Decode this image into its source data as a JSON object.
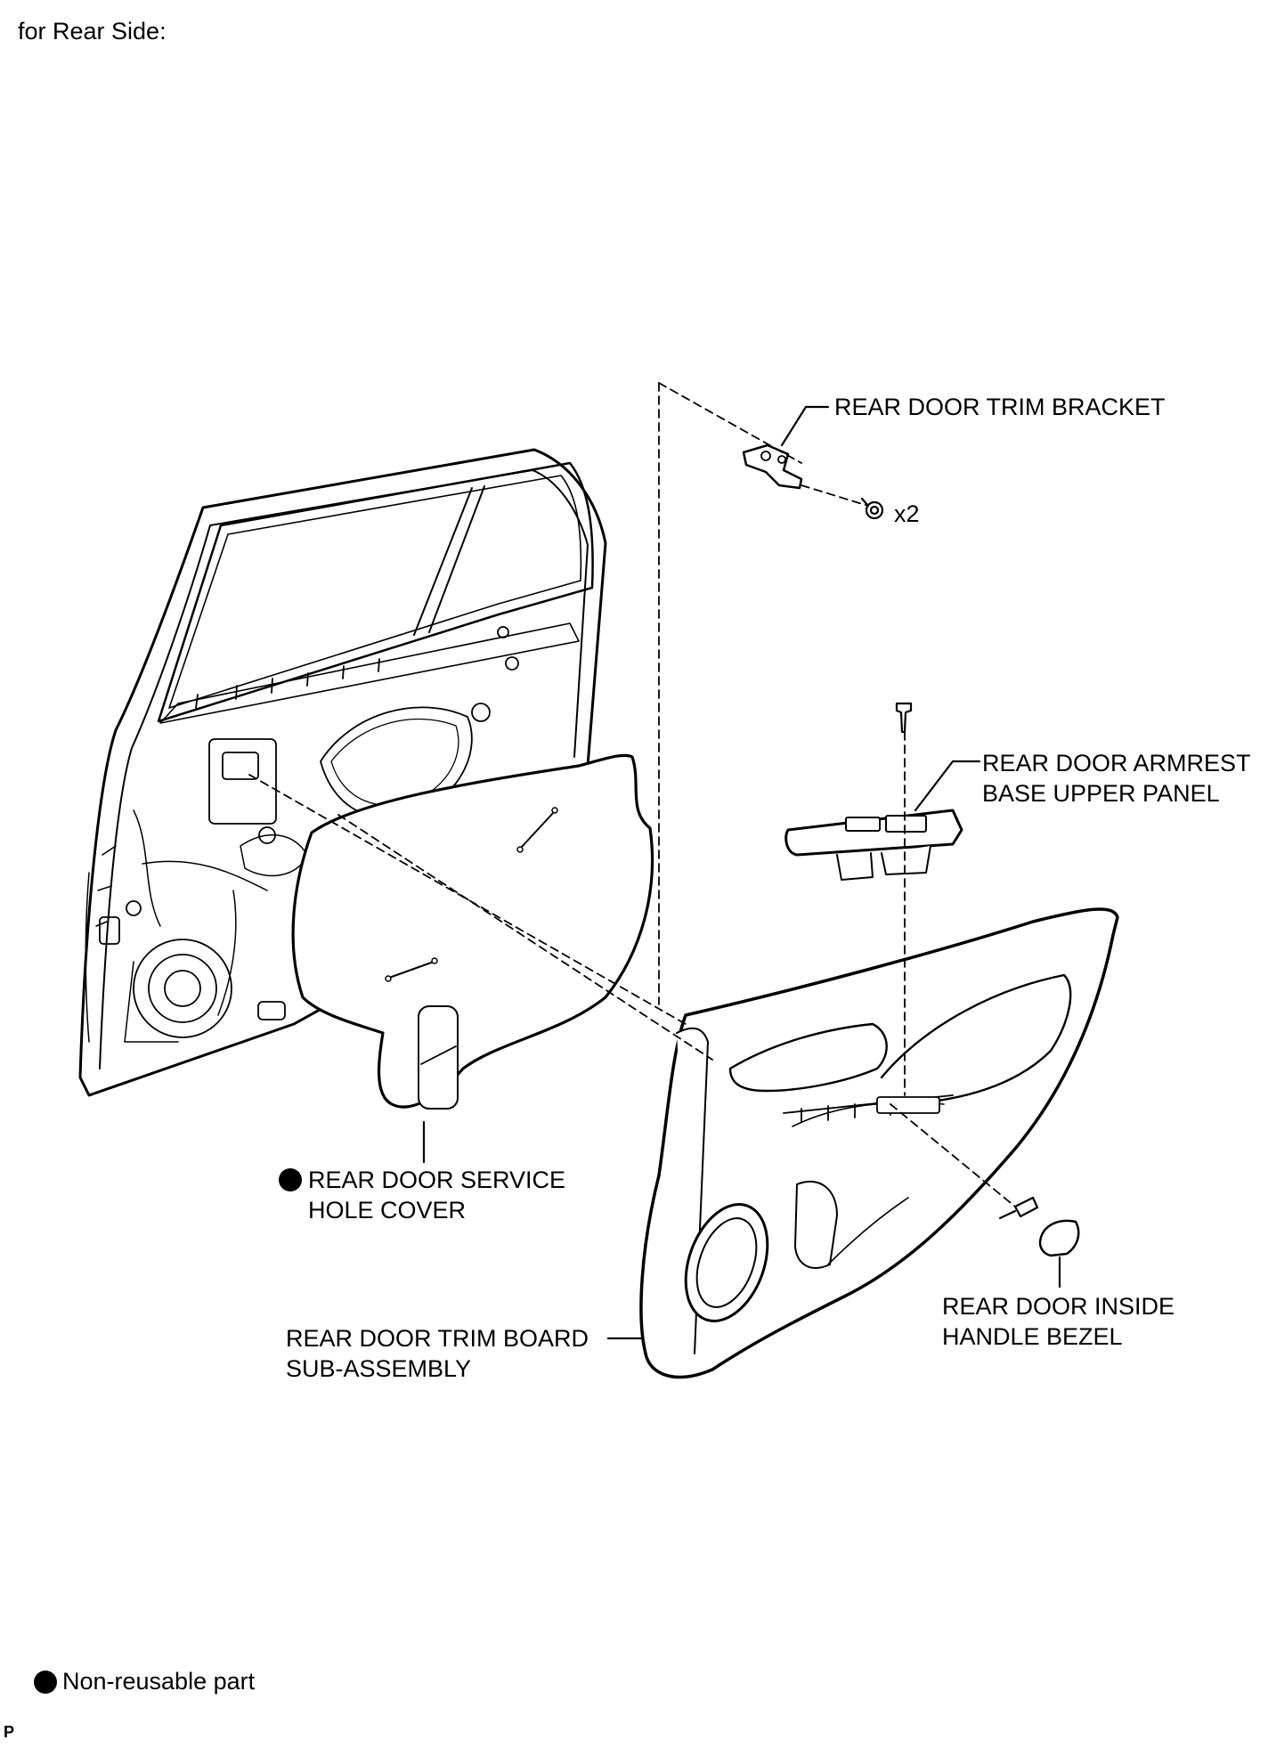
{
  "header": {
    "title": "for Rear Side:"
  },
  "callouts": {
    "trim_bracket": "REAR DOOR TRIM BRACKET",
    "bolt_qty": "x2",
    "armrest_panel": {
      "line1": "REAR DOOR ARMREST",
      "line2": "BASE UPPER PANEL"
    },
    "service_hole_cover": {
      "line1": "REAR DOOR SERVICE",
      "line2": "HOLE COVER"
    },
    "inside_handle_bezel": {
      "line1": "REAR DOOR INSIDE",
      "line2": "HANDLE BEZEL"
    },
    "trim_board": {
      "line1": "REAR DOOR TRIM BOARD",
      "line2": "SUB-ASSEMBLY"
    }
  },
  "legend": {
    "non_reusable": "Non-reusable part"
  },
  "footer": {
    "code": "P"
  },
  "colors": {
    "line": "#000000",
    "fill": "#ffffff",
    "shade": "#e6e6e6"
  }
}
